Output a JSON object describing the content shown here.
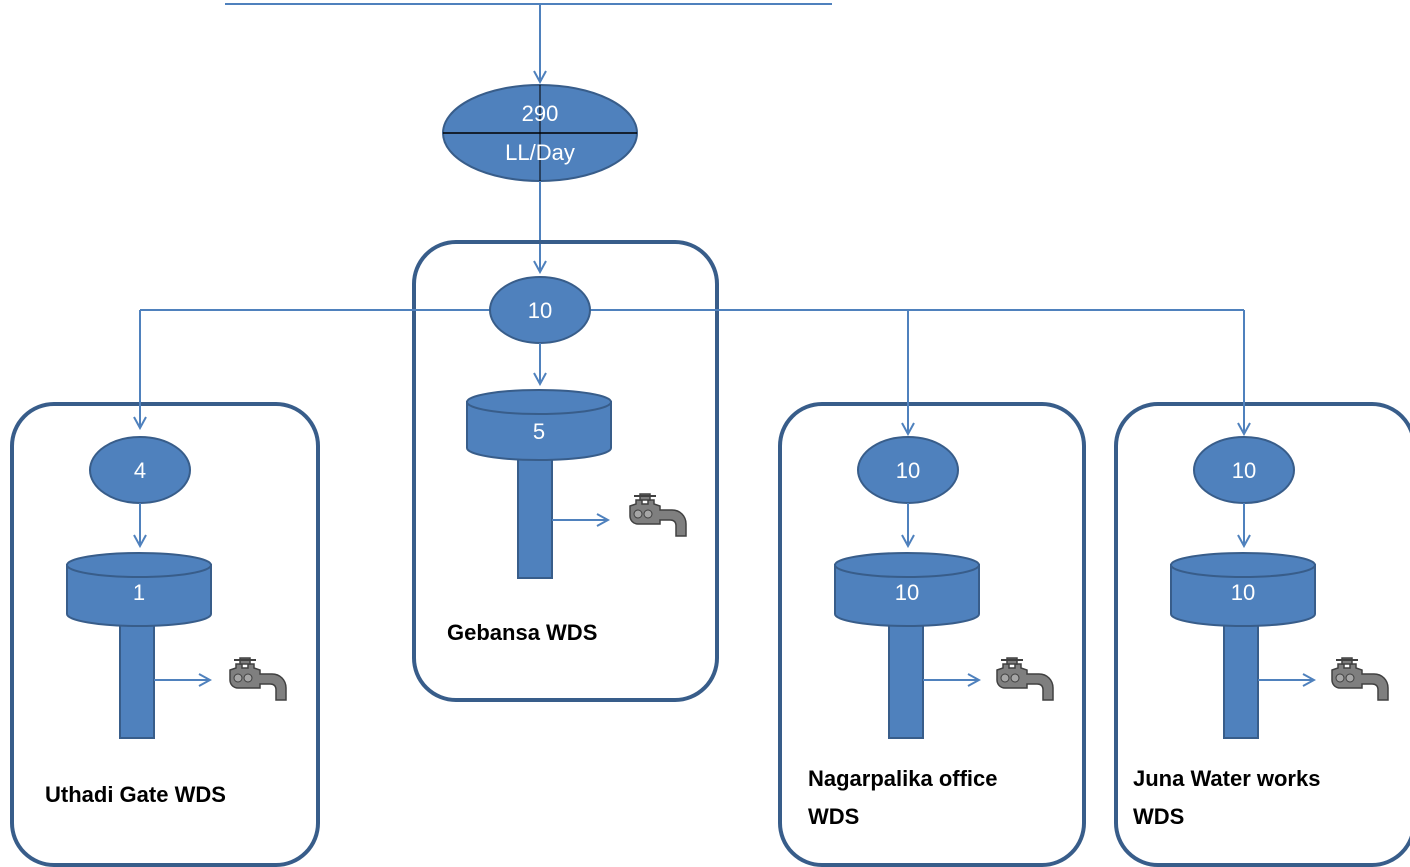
{
  "source": {
    "flow_value": "290",
    "flow_unit": "LL/Day"
  },
  "hub": {
    "value": "10"
  },
  "stations": [
    {
      "name_line1": "Uthadi Gate WDS",
      "name_line2": "",
      "node_value": "4",
      "tank_value": "1"
    },
    {
      "name_line1": "Gebansa WDS",
      "name_line2": "",
      "node_value": "10",
      "tank_value": "5"
    },
    {
      "name_line1": "Nagarpalika office",
      "name_line2": "WDS",
      "node_value": "10",
      "tank_value": "10"
    },
    {
      "name_line1": "Juna Water works",
      "name_line2": "WDS",
      "node_value": "10",
      "tank_value": "10"
    }
  ],
  "colors": {
    "fill": "#4f81bd",
    "outline": "#385d8a",
    "tap": "#7f7f7f"
  },
  "icons": [
    "water-tap-icon",
    "arrow-down-icon",
    "arrow-right-icon"
  ]
}
